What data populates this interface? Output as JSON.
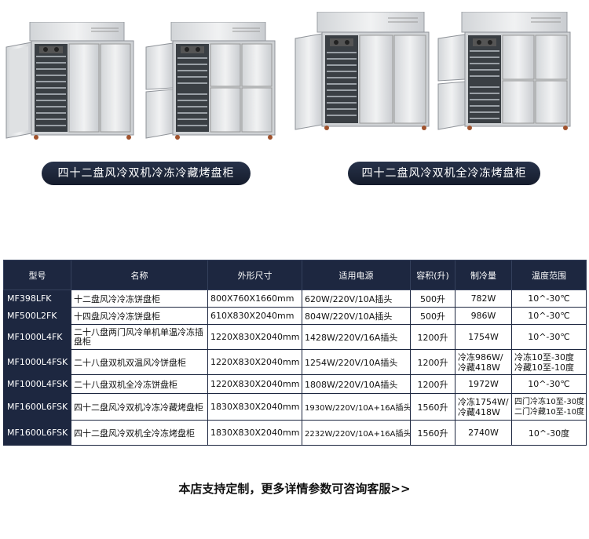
{
  "product_labels": {
    "left": "四十二盘风冷双机冷冻冷藏烤盘柜",
    "right": "四十二盘风冷双机全冷冻烤盘柜"
  },
  "table": {
    "headers": [
      "型号",
      "名称",
      "外形尺寸",
      "适用电源",
      "容积(升)",
      "制冷量",
      "温度范围"
    ],
    "rows": [
      {
        "model": "MF398LFK",
        "name": "十二盘风冷冷冻饼盘柜",
        "size": "800X760X1660mm",
        "power": "620W/220V/10A插头",
        "volume": "500升",
        "cooling": "782W",
        "temp": "10^-30℃"
      },
      {
        "model": "MF500L2FK",
        "name": "十四盘风冷冷冻饼盘柜",
        "size": "610X830X2040mm",
        "power": "804W/220V/10A插头",
        "volume": "500升",
        "cooling": "986W",
        "temp": "10^-30℃"
      },
      {
        "model": "MF1000L4FK",
        "name": "二十八盘两门风冷单机单温冷冻插盘柜",
        "size": "1220X830X2040mm",
        "power": "1428W/220V/16A插头",
        "volume": "1200升",
        "cooling": "1754W",
        "temp": "10^-30℃"
      },
      {
        "model": "MF1000L4FSK",
        "name": "二十八盘双机双温风冷饼盘柜",
        "size": "1220X830X2040mm",
        "power": "1254W/220V/10A插头",
        "volume": "1200升",
        "cooling_lines": [
          "冷冻986W/",
          "冷藏418W"
        ],
        "temp_lines": [
          "冷冻10至-30度",
          "冷藏10至-10度"
        ]
      },
      {
        "model": "MF1000L4FSK",
        "name": "二十八盘双机全冷冻饼盘柜",
        "size": "1220X830X2040mm",
        "power": "1808W/220V/10A插头",
        "volume": "1200升",
        "cooling": "1972W",
        "temp": "10^-30℃"
      },
      {
        "model": "MF1600L6FSK",
        "name": "四十二盘风冷双机冷冻冷藏烤盘柜",
        "size": "1830X830X2040mm",
        "power": "1930W/220V/10A+16A插头",
        "volume": "1560升",
        "cooling_lines": [
          "冷冻1754W/",
          "冷藏418W"
        ],
        "temp_lines": [
          "四门冷冻10至-30度",
          "二门冷藏10至-10度"
        ]
      },
      {
        "model": "MF1600L6FSK",
        "name": "四十二盘风冷双机全冷冻烤盘柜",
        "size": "1830X830X2040mm",
        "power": "2232W/220V/10A+16A插头",
        "volume": "1560升",
        "cooling": "2740W",
        "temp": "10^-30度"
      }
    ]
  },
  "footer": "本店支持定制，更多详情参数可咨询客服>>",
  "colors": {
    "header_bg": "#1d2740",
    "steel_light": "#e6e8ea",
    "steel_dark": "#b8bcc0",
    "pill_bg": "#1d2740"
  }
}
